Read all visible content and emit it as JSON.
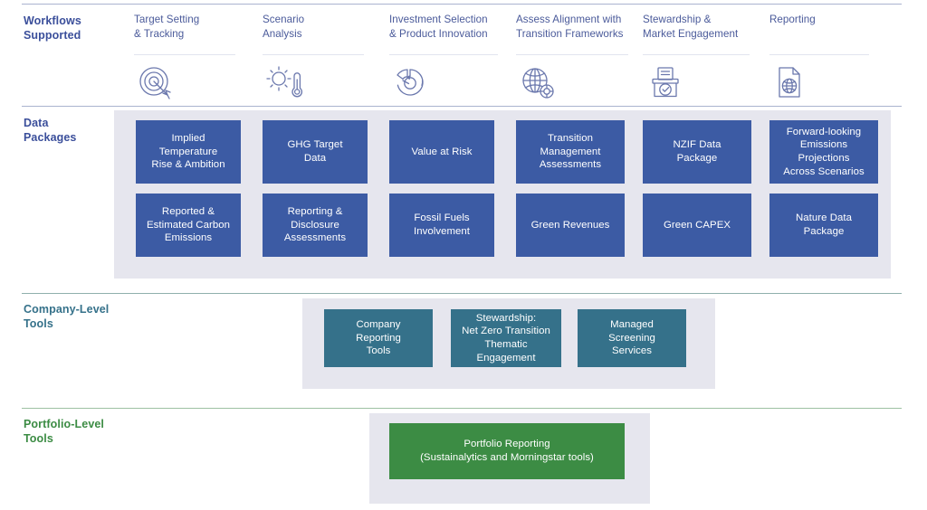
{
  "colors": {
    "blue_card": "#3c5ba4",
    "teal_card": "#35718a",
    "green_card": "#3c8c44",
    "panel_bg": "#e6e6ee",
    "label_blue": "#3b4f9b",
    "label_teal": "#35718a",
    "label_green": "#3c8c44",
    "rule_blue": "#aab3cf",
    "rule_teal": "#8fb0ad",
    "rule_green": "#9dc0a3",
    "icon_stroke": "#6b78ad",
    "workflow_title": "#4a5a9a"
  },
  "rows": [
    {
      "id": "workflows",
      "label": "Workflows\nSupported"
    },
    {
      "id": "data",
      "label": "Data\nPackages"
    },
    {
      "id": "company",
      "label": "Company-Level\nTools"
    },
    {
      "id": "portfolio",
      "label": "Portfolio-Level\nTools"
    }
  ],
  "workflows": [
    {
      "title": "Target Setting\n& Tracking",
      "icon": "target-arrow-icon"
    },
    {
      "title": "Scenario\nAnalysis",
      "icon": "sun-thermometer-icon"
    },
    {
      "title": "Investment Selection\n& Product Innovation",
      "icon": "donut-chart-arrow-icon"
    },
    {
      "title": "Assess Alignment with\nTransition Frameworks",
      "icon": "globe-target-icon"
    },
    {
      "title": "Stewardship &\nMarket Engagement",
      "icon": "ballot-box-check-icon"
    },
    {
      "title": "Reporting",
      "icon": "document-globe-icon"
    }
  ],
  "data_packages": {
    "row1": [
      "Implied\nTemperature\nRise & Ambition",
      "GHG Target\nData",
      "Value at Risk",
      "Transition\nManagement\nAssessments",
      "NZIF Data\nPackage",
      "Forward-looking\nEmissions\nProjections\nAcross Scenarios"
    ],
    "row2": [
      "Reported &\nEstimated Carbon\nEmissions",
      "Reporting &\nDisclosure\nAssessments",
      "Fossil Fuels\nInvolvement",
      "Green Revenues",
      "Green CAPEX",
      "Nature Data\nPackage"
    ]
  },
  "company_tools": [
    "Company\nReporting\nTools",
    "Stewardship:\nNet Zero Transition\nThematic\nEngagement",
    "Managed\nScreening\nServices"
  ],
  "portfolio_tools": [
    "Portfolio Reporting\n(Sustainalytics and Morningstar tools)"
  ]
}
